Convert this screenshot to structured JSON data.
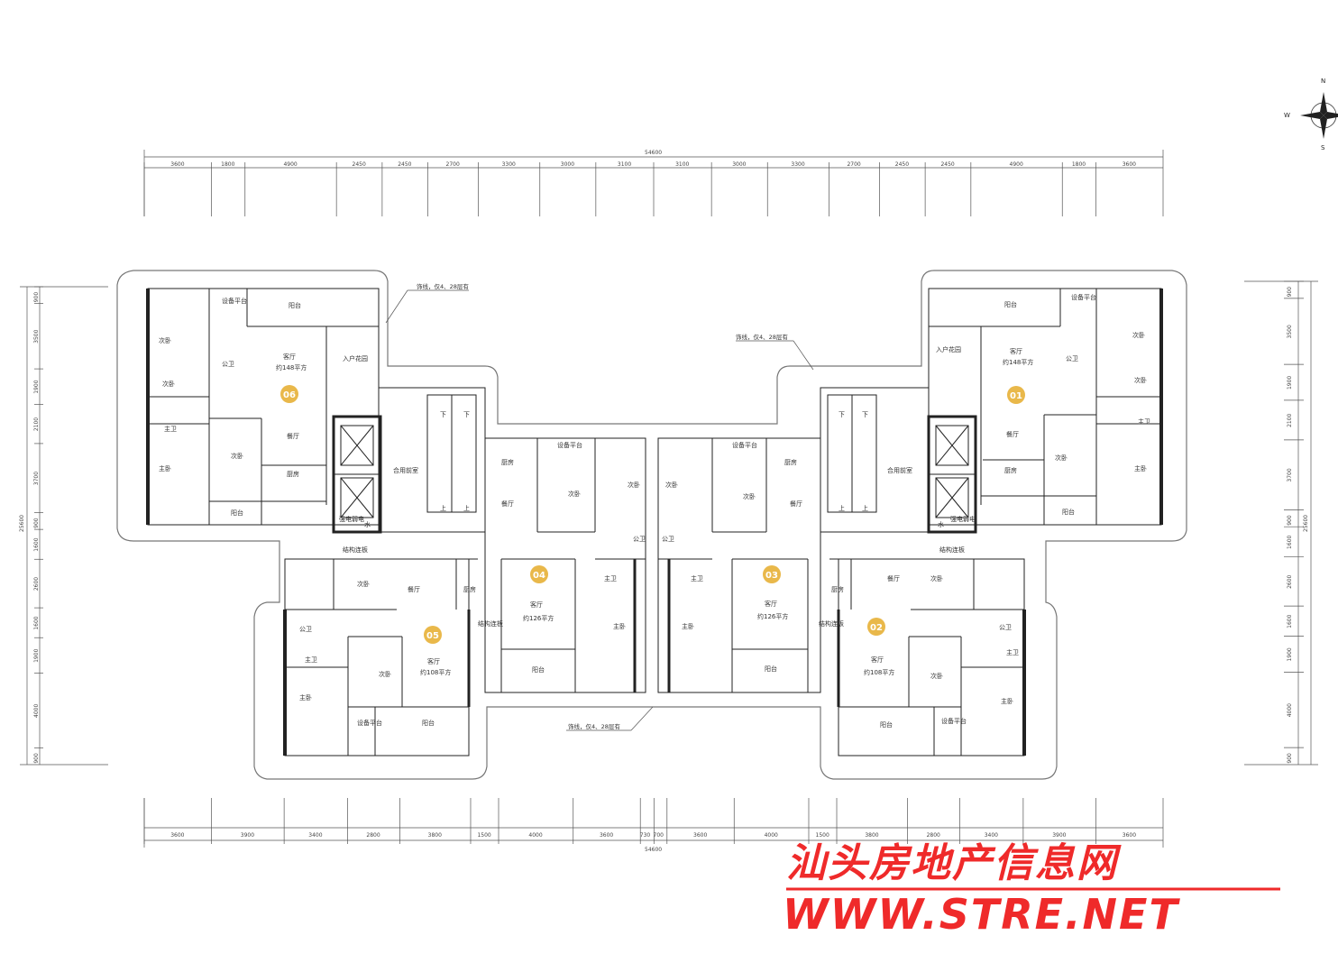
{
  "compass": {
    "n": "N",
    "s": "S",
    "w": "W"
  },
  "total_dimension": "54600",
  "top_dimensions": [
    "3600",
    "1800",
    "4900",
    "2450",
    "2450",
    "2700",
    "3300",
    "3000",
    "3100",
    "3100",
    "3000",
    "3300",
    "2700",
    "2450",
    "2450",
    "4900",
    "1800",
    "3600"
  ],
  "bottom_dimensions": [
    "3600",
    "3900",
    "3400",
    "2800",
    "3800",
    "1500",
    "4000",
    "3600",
    "730",
    "700",
    "3600",
    "4000",
    "1500",
    "3800",
    "2800",
    "3400",
    "3900",
    "3600"
  ],
  "left_dimensions": [
    "900",
    "3500",
    "1900",
    "2100",
    "3700",
    "900",
    "1600",
    "2600",
    "1600",
    "1900",
    "4000",
    "900"
  ],
  "left_total": "25600",
  "right_dimensions": [
    "900",
    "3500",
    "1900",
    "2100",
    "3700",
    "900",
    "1600",
    "2600",
    "1600",
    "1900",
    "4000",
    "900"
  ],
  "right_total": "25600",
  "notes": {
    "decor_top_left": "饰线，仅4、28层有",
    "decor_top_right": "饰线，仅4、28层有",
    "decor_bottom": "饰线，仅4、28层有"
  },
  "units": [
    {
      "no": "06",
      "living": "客厅",
      "area": "约148平方"
    },
    {
      "no": "01",
      "living": "客厅",
      "area": "约148平方"
    },
    {
      "no": "04",
      "living": "客厅",
      "area": "约126平方"
    },
    {
      "no": "03",
      "living": "客厅",
      "area": "约126平方"
    },
    {
      "no": "05",
      "living": "客厅",
      "area": "约108平方"
    },
    {
      "no": "02",
      "living": "客厅",
      "area": "约108平方"
    }
  ],
  "rooms": {
    "balcony": "阳台",
    "equipment_platform": "设备平台",
    "secondary_bedroom": "次卧",
    "master_bedroom": "主卧",
    "public_bath": "公卫",
    "master_bath": "主卫",
    "dining": "餐厅",
    "kitchen": "厨房",
    "entry_garden": "入户花园",
    "shared_lobby": "合用前室",
    "electric": "强电弱电",
    "water": "水",
    "structural_slab": "结构连板",
    "up": "上",
    "down": "下"
  },
  "watermark": {
    "cn": "汕头房地产信息网",
    "en": "WWW.STRE.NET"
  },
  "colors": {
    "badge": "#e9b84a",
    "wall": "#111111",
    "line": "#555555",
    "watermark": "#ef2a2a"
  }
}
